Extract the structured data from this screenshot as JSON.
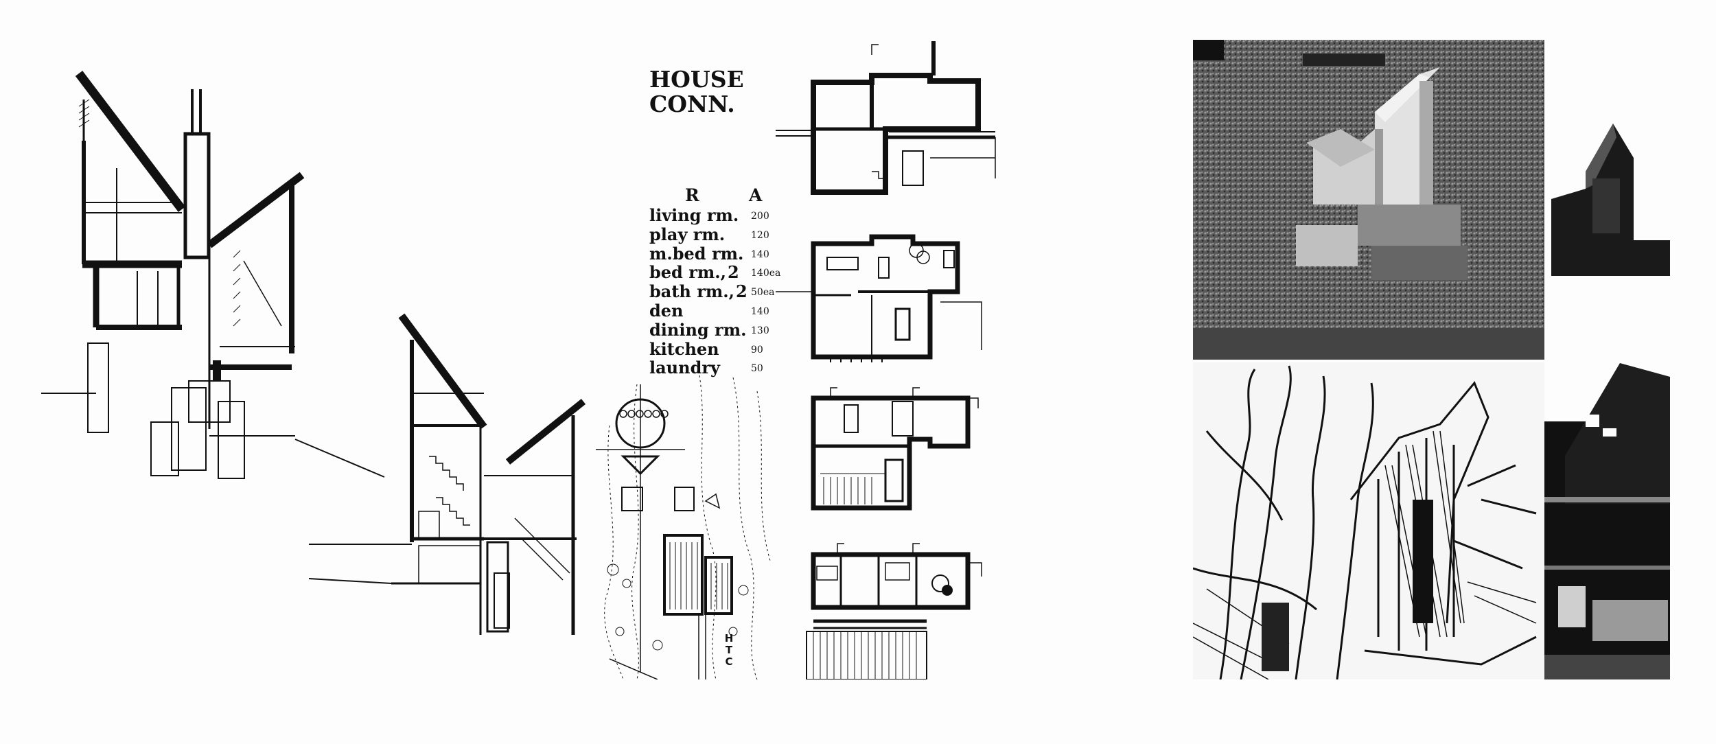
{
  "title": {
    "line1": "HOUSE",
    "line2": "CONN."
  },
  "schedule": {
    "header_room": "R",
    "header_area": "A",
    "rows": [
      {
        "room": "living rm.",
        "qty": "",
        "area": "200"
      },
      {
        "room": "play rm.",
        "qty": "",
        "area": "120"
      },
      {
        "room": "m.bed rm.",
        "qty": "",
        "area": "140"
      },
      {
        "room": "bed rm.,",
        "qty": "2",
        "area": "140ea"
      },
      {
        "room": "bath rm.,",
        "qty": "2",
        "area": "50ea"
      },
      {
        "room": "den",
        "qty": "",
        "area": "140"
      },
      {
        "room": "dining rm.",
        "qty": "",
        "area": "130"
      },
      {
        "room": "kitchen",
        "qty": "",
        "area": "90"
      },
      {
        "room": "laundry",
        "qty": "",
        "area": "50"
      }
    ]
  },
  "site_plan": {
    "initials": [
      "H",
      "T",
      "C"
    ]
  },
  "colors": {
    "ink": "#111111",
    "paper": "#fdfdfd",
    "photo_dark": "#1a1a1a",
    "photo_mid": "#6e6e6e",
    "photo_light": "#d8d8d8"
  }
}
